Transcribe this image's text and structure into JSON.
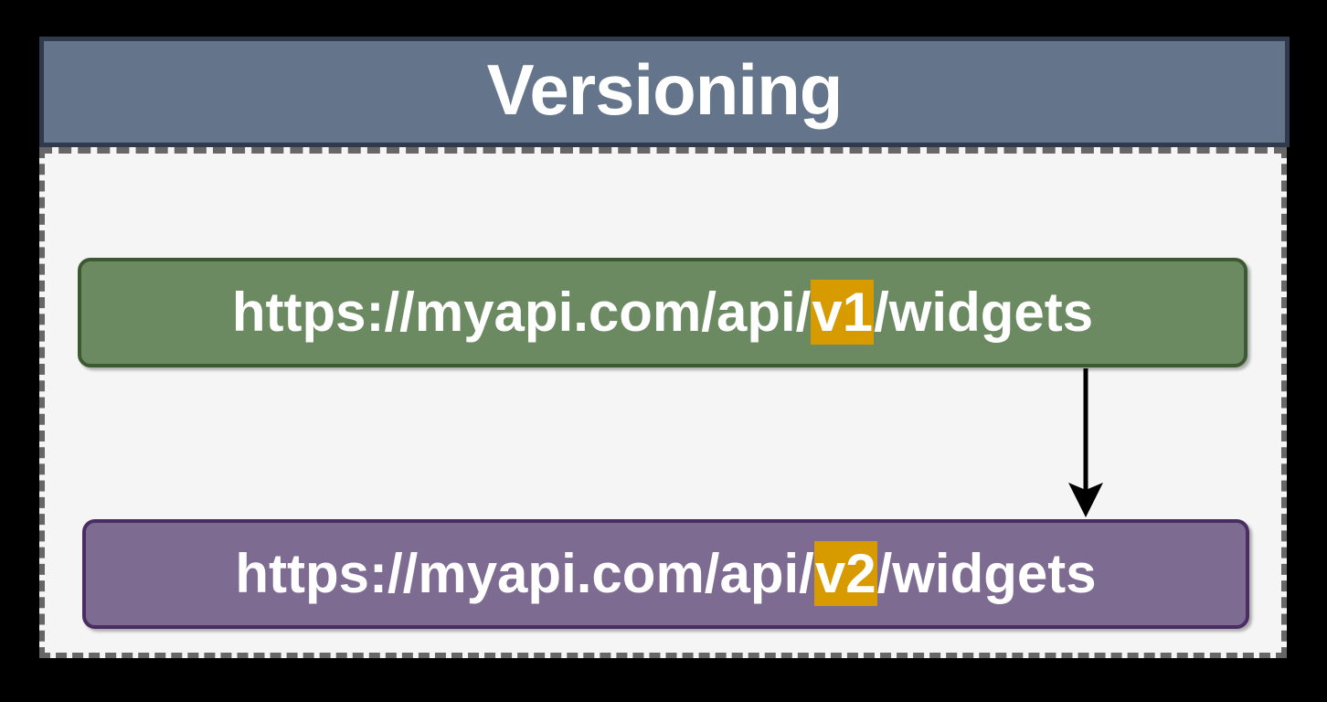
{
  "scene": {
    "background_color": "#000000"
  },
  "diagram": {
    "title": "Versioning",
    "header": {
      "fill": "#64748B",
      "border": "#2F3B4C",
      "text_color": "#FFFFFF"
    },
    "panel": {
      "fill": "#F5F5F5",
      "border": "#666666",
      "border_style": "dashed"
    },
    "highlight_color": "#D79B00",
    "nodes": [
      {
        "name": "v1-endpoint",
        "url_prefix": "https://myapi.com/api/",
        "version": "v1",
        "url_suffix": "/widgets",
        "full_url": "https://myapi.com/api/v1/widgets",
        "fill": "#6C8A62",
        "border": "#3D5931",
        "text_color": "#FFFFFF"
      },
      {
        "name": "v2-endpoint",
        "url_prefix": "https://myapi.com/api/",
        "version": "v2",
        "url_suffix": "/widgets",
        "full_url": "https://myapi.com/api/v2/widgets",
        "fill": "#7D6B92",
        "border": "#4A2E63",
        "text_color": "#FFFFFF"
      }
    ],
    "arrow": {
      "color": "#000000",
      "from": "v1-endpoint",
      "to": "v2-endpoint",
      "direction": "down"
    }
  }
}
